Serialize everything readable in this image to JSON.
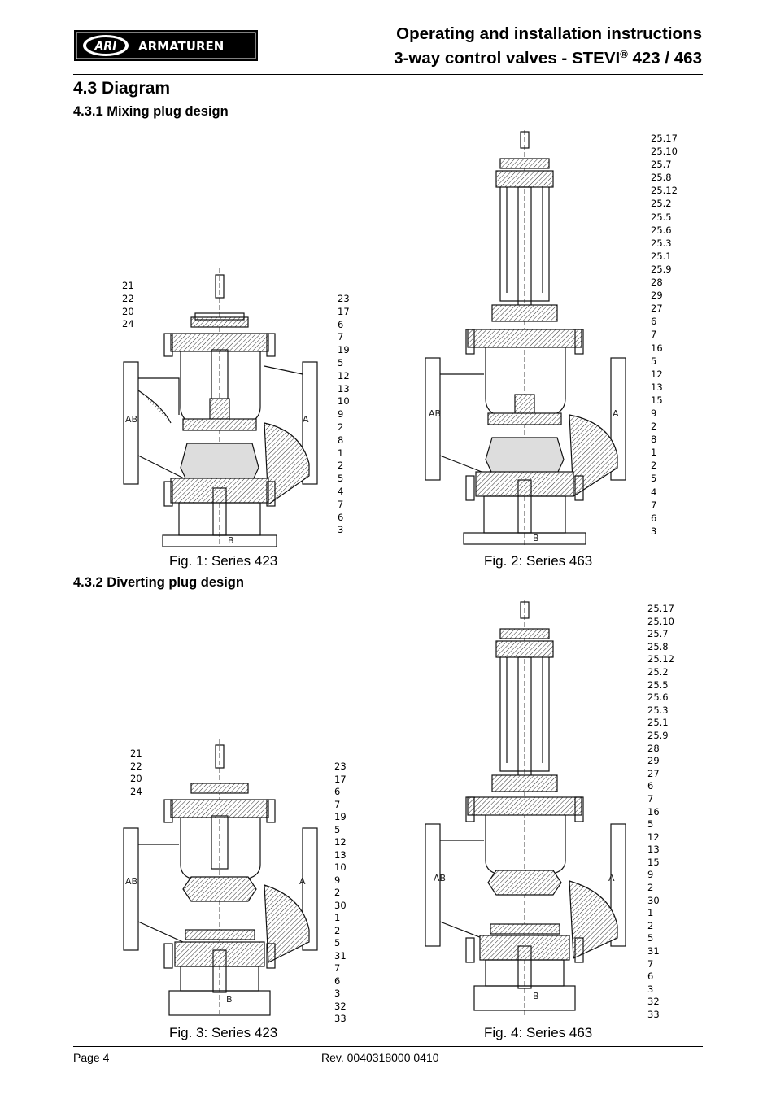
{
  "header": {
    "logo_letters": "ARI",
    "logo_word": "ARMATUREN",
    "title_line1": "Operating and installation instructions",
    "title_line2_pre": "3-way control valves - STEVI",
    "title_line2_reg": "®",
    "title_line2_post": " 423 / 463"
  },
  "section": {
    "heading": "4.3  Diagram",
    "sub1": "4.3.1  Mixing plug design",
    "sub2": "4.3.2  Diverting plug design"
  },
  "figures": [
    {
      "caption": "Fig. 1: Series 423",
      "left_labels": [
        "21",
        "22",
        "20",
        "24"
      ],
      "right_labels": [
        "23",
        "17",
        "6",
        "7",
        "19",
        "5",
        "12",
        "13",
        "10",
        "9",
        "2",
        "8",
        "1",
        "2",
        "5",
        "4",
        "7",
        "6",
        "3"
      ],
      "port_ab": "AB",
      "port_a": "A",
      "port_b": "B"
    },
    {
      "caption": "Fig. 2: Series 463",
      "right_labels": [
        "25.17",
        "25.10",
        "25.7",
        "25.8",
        "25.12",
        "25.2",
        "25.5",
        "25.6",
        "25.3",
        "25.1",
        "25.9",
        "28",
        "29",
        "27",
        "6",
        "7",
        "16",
        "5",
        "12",
        "13",
        "15",
        "9",
        "2",
        "8",
        "1",
        "2",
        "5",
        "4",
        "7",
        "6",
        "3"
      ],
      "port_ab": "AB",
      "port_a": "A",
      "port_b": "B"
    },
    {
      "caption": "Fig. 3: Series 423",
      "left_labels": [
        "21",
        "22",
        "20",
        "24"
      ],
      "right_labels": [
        "23",
        "17",
        "6",
        "7",
        "19",
        "5",
        "12",
        "13",
        "10",
        "9",
        "2",
        "30",
        "1",
        "2",
        "5",
        "31",
        "7",
        "6",
        "3",
        "32",
        "33"
      ],
      "port_ab": "AB",
      "port_a": "A",
      "port_b": "B"
    },
    {
      "caption": "Fig. 4: Series 463",
      "right_labels": [
        "25.17",
        "25.10",
        "25.7",
        "25.8",
        "25.12",
        "25.2",
        "25.5",
        "25.6",
        "25.3",
        "25.1",
        "25.9",
        "28",
        "29",
        "27",
        "6",
        "7",
        "16",
        "5",
        "12",
        "13",
        "15",
        "9",
        "2",
        "30",
        "1",
        "2",
        "5",
        "31",
        "7",
        "6",
        "3",
        "32",
        "33"
      ],
      "port_ab": "AB",
      "port_a": "A",
      "port_b": "B"
    }
  ],
  "footer": {
    "page": "Page 4",
    "revision": "Rev. 0040318000 0410"
  }
}
